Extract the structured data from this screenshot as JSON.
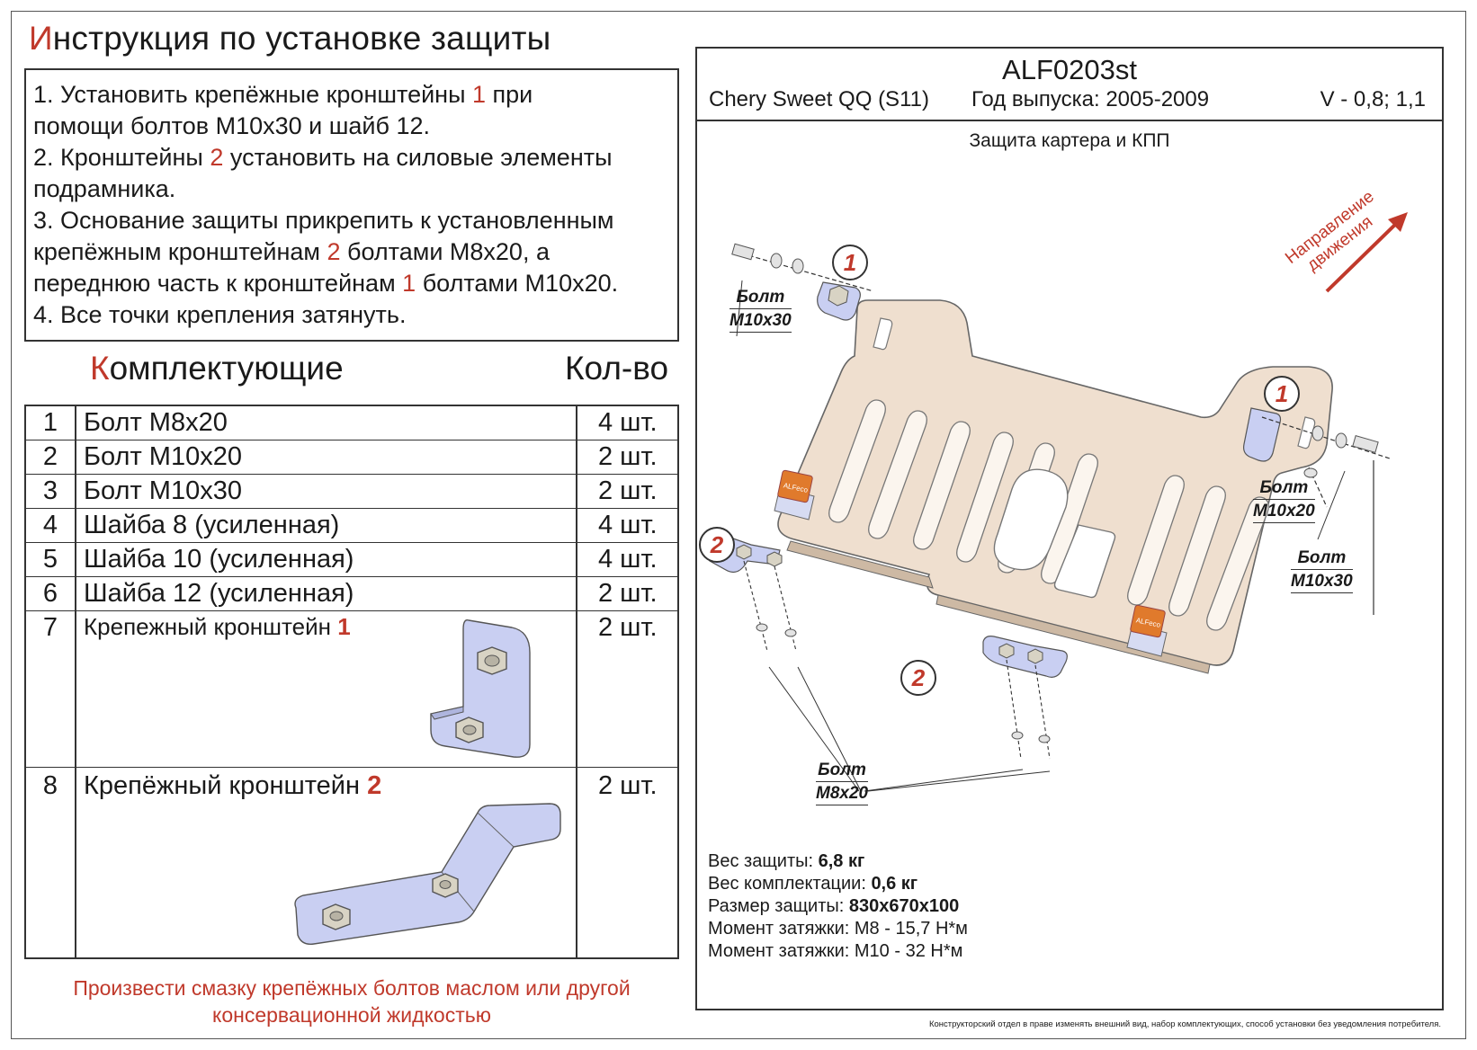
{
  "title": {
    "first_letter": "И",
    "rest": "нструкция по установке защиты"
  },
  "instructions": {
    "l1a": "1. Установить крепёжные кронштейны ",
    "l1b": "1",
    "l1c": " при",
    "l2": "помощи болтов М10х30 и шайб 12.",
    "l3a": "2. Кронштейны ",
    "l3b": "2",
    "l3c": " установить на силовые элементы",
    "l4": "подрамника.",
    "l5": "3. Основание защиты прикрепить к установленным",
    "l6a": "крепёжным кронштейнам ",
    "l6b": "2",
    "l6c": " болтами М8х20, а",
    "l7a": "переднюю часть к кронштейнам ",
    "l7b": "1",
    "l7c": " болтами М10х20.",
    "l8": "4. Все точки крепления затянуть."
  },
  "kit": {
    "heading_first": "К",
    "heading_rest": "омплектующие",
    "qty_heading": "Кол-во",
    "items": [
      {
        "num": "1",
        "name": "Болт М8х20",
        "qty": "4 шт."
      },
      {
        "num": "2",
        "name": "Болт М10х20",
        "qty": "2 шт."
      },
      {
        "num": "3",
        "name": "Болт М10х30",
        "qty": "2 шт."
      },
      {
        "num": "4",
        "name": "Шайба 8 (усиленная)",
        "qty": "4 шт."
      },
      {
        "num": "5",
        "name": "Шайба 10 (усиленная)",
        "qty": "4 шт."
      },
      {
        "num": "6",
        "name": "Шайба 12 (усиленная)",
        "qty": "2 шт."
      },
      {
        "num": "7",
        "name": "Крепежный кронштейн ",
        "badge": "1",
        "qty": "2 шт."
      },
      {
        "num": "8",
        "name": "Крепёжный кронштейн ",
        "badge": "2",
        "qty": "2 шт."
      }
    ]
  },
  "note": {
    "line1": "Произвести смазку крепёжных болтов маслом или другой",
    "line2": "консервационной жидкостью"
  },
  "panel": {
    "code": "ALF0203st",
    "car": "Chery Sweet QQ (S11)",
    "year": "Год выпуска: 2005-2009",
    "volume": "V - 0,8; 1,1",
    "subtitle": "Защита картера и КПП",
    "direction_l1": "Направление",
    "direction_l2": "движения",
    "callouts": {
      "c1": "1",
      "c2": "2"
    },
    "labels": {
      "bolt": "Болт",
      "m10x30": "М10х30",
      "m10x20": "М10х20",
      "m8x20": "М8х20"
    },
    "brand": "ALFeco",
    "specs": {
      "weight_label": "Вес защиты: ",
      "weight": "6,8 кг",
      "kit_weight_label": "Вес комплектации: ",
      "kit_weight": "0,6 кг",
      "size_label": "Размер защиты: ",
      "size": "830х670х100",
      "torque8": "Момент затяжки: М8 - 15,7 Н*м",
      "torque10": "Момент затяжки: М10 - 32 Н*м"
    },
    "disclaimer": "Конструкторский отдел в праве изменять внешний вид, набор комплектующих, способ установки без уведомления потребителя."
  },
  "colors": {
    "accent": "#c0392b",
    "plate": "#efdfcf",
    "bracket": "#c9cff2"
  }
}
